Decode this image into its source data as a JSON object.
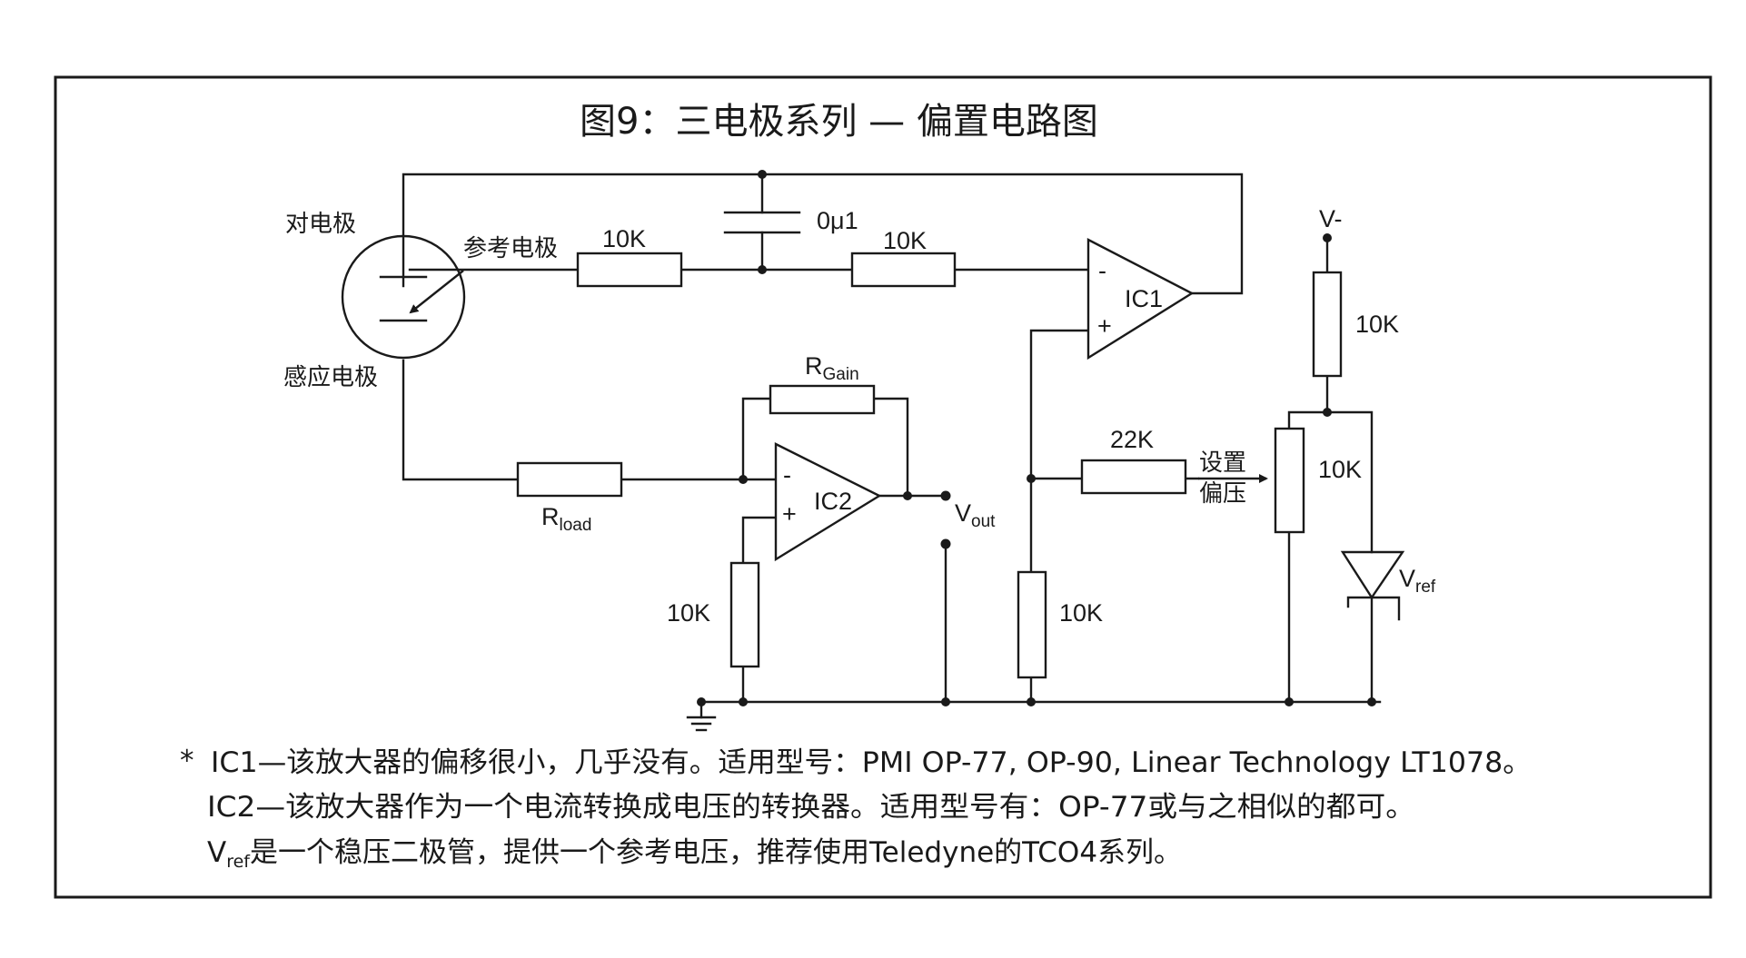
{
  "title": "图9：三电极系列 — 偏置电路图",
  "labels": {
    "counter_electrode": "对电极",
    "reference_electrode": "参考电极",
    "sensing_electrode": "感应电极",
    "r_ref": "10K",
    "cap": "0μ1",
    "r_ic1_in": "10K",
    "ic1": "IC1",
    "ic1_minus": "-",
    "ic1_plus": "+",
    "ic2": "IC2",
    "ic2_minus": "-",
    "ic2_plus": "+",
    "rgain_main": "R",
    "rgain_sub": "Gain",
    "rload_main": "R",
    "rload_sub": "load",
    "vout_main": "V",
    "vout_sub": "out",
    "r_ic2_plus": "10K",
    "r_bias_divider": "10K",
    "r_22k": "22K",
    "bias_line1": "设置",
    "bias_line2": "偏压",
    "vminus": "V-",
    "r_top_vminus": "10K",
    "pot": "10K",
    "vref_main": "V",
    "vref_sub": "ref"
  },
  "notes": {
    "bullet": "*",
    "line1": "IC1—该放大器的偏移很小，几乎没有。适用型号：PMI OP-77, OP-90, Linear Technology LT1078。",
    "line2": "IC2—该放大器作为一个电流转换成电压的转换器。适用型号有：OP-77或与之相似的都可。",
    "line3_main": "V",
    "line3_sub": "ref",
    "line3_rest": "是一个稳压二极管，提供一个参考电压，推荐使用Teledyne的TCO4系列。"
  }
}
